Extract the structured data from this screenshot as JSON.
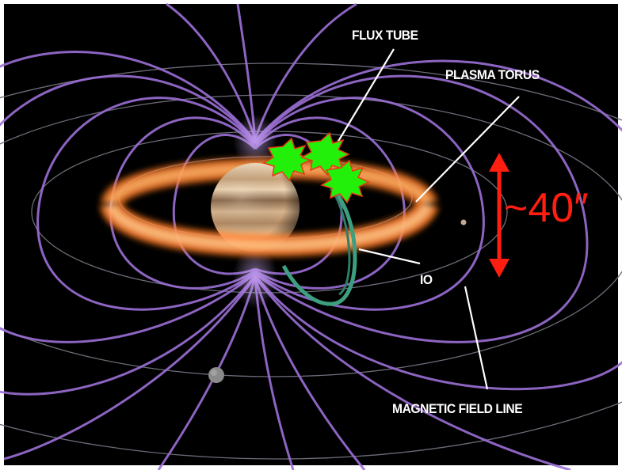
{
  "labels": {
    "flux_tube": "FLUX TUBE",
    "plasma_torus": "PLASMA TORUS",
    "io": "IO",
    "magnetic_field_line": "MAGNETIC FIELD LINE",
    "angular_size": "~40″"
  },
  "colors": {
    "background": "#000000",
    "field_lines": "#9a6fd0",
    "orbit_lines": "#6e6e78",
    "torus": "#ff8a2a",
    "flux_tube": "#3a9a7a",
    "emission_spots": "#22f00a",
    "emission_outline": "#e83a14",
    "scale_arrow": "#ff1e10",
    "leader_lines": "#ffffff"
  },
  "icons": [
    "jupiter-planet",
    "io-moon",
    "outer-moon",
    "emission-spot",
    "double-headed-arrow"
  ]
}
